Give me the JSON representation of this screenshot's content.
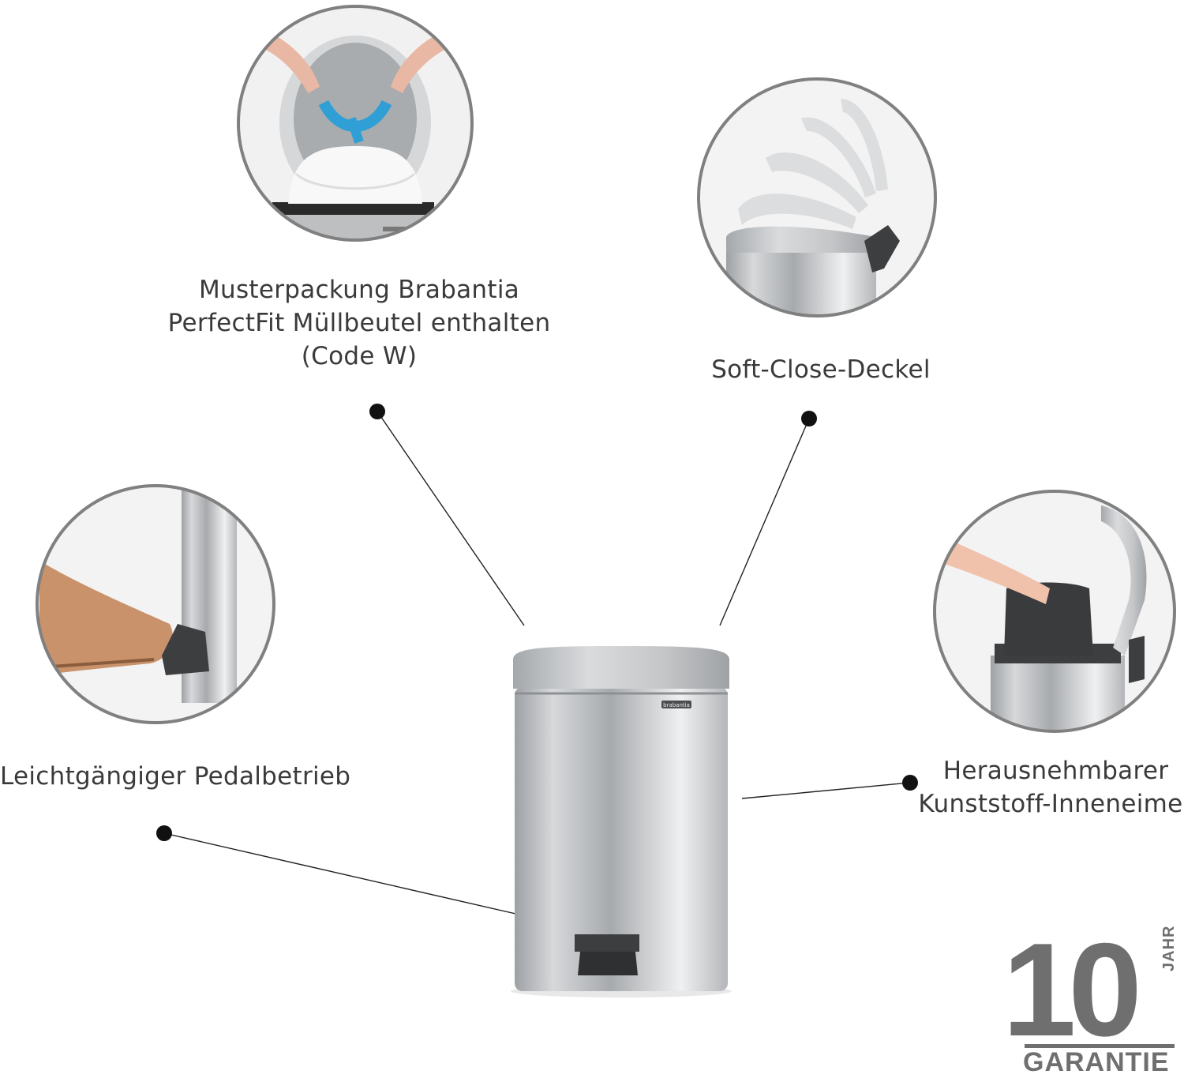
{
  "features": {
    "bags": {
      "lines": [
        "Musterpackung Brabantia",
        "PerfectFit Müllbeutel enthalten",
        "(Code W)"
      ]
    },
    "soft_close": {
      "label": "Soft-Close-Deckel"
    },
    "pedal": {
      "label": "Leichtgängiger Pedalbetrieb"
    },
    "inner_bucket": {
      "lines": [
        "Herausnehmbarer",
        "Kunststoff-Inneneimer"
      ]
    }
  },
  "product": {
    "brand_mark": "brabantia"
  },
  "guarantee": {
    "number": "10",
    "unit": "JAHR",
    "word": "GARANTIE"
  },
  "colors": {
    "steel": "#b9bcbf",
    "dark_plastic": "#3c3e40",
    "ring": "#808080",
    "bag_blue": "#2f9fd6",
    "badge_gray": "#6f6f6f"
  }
}
